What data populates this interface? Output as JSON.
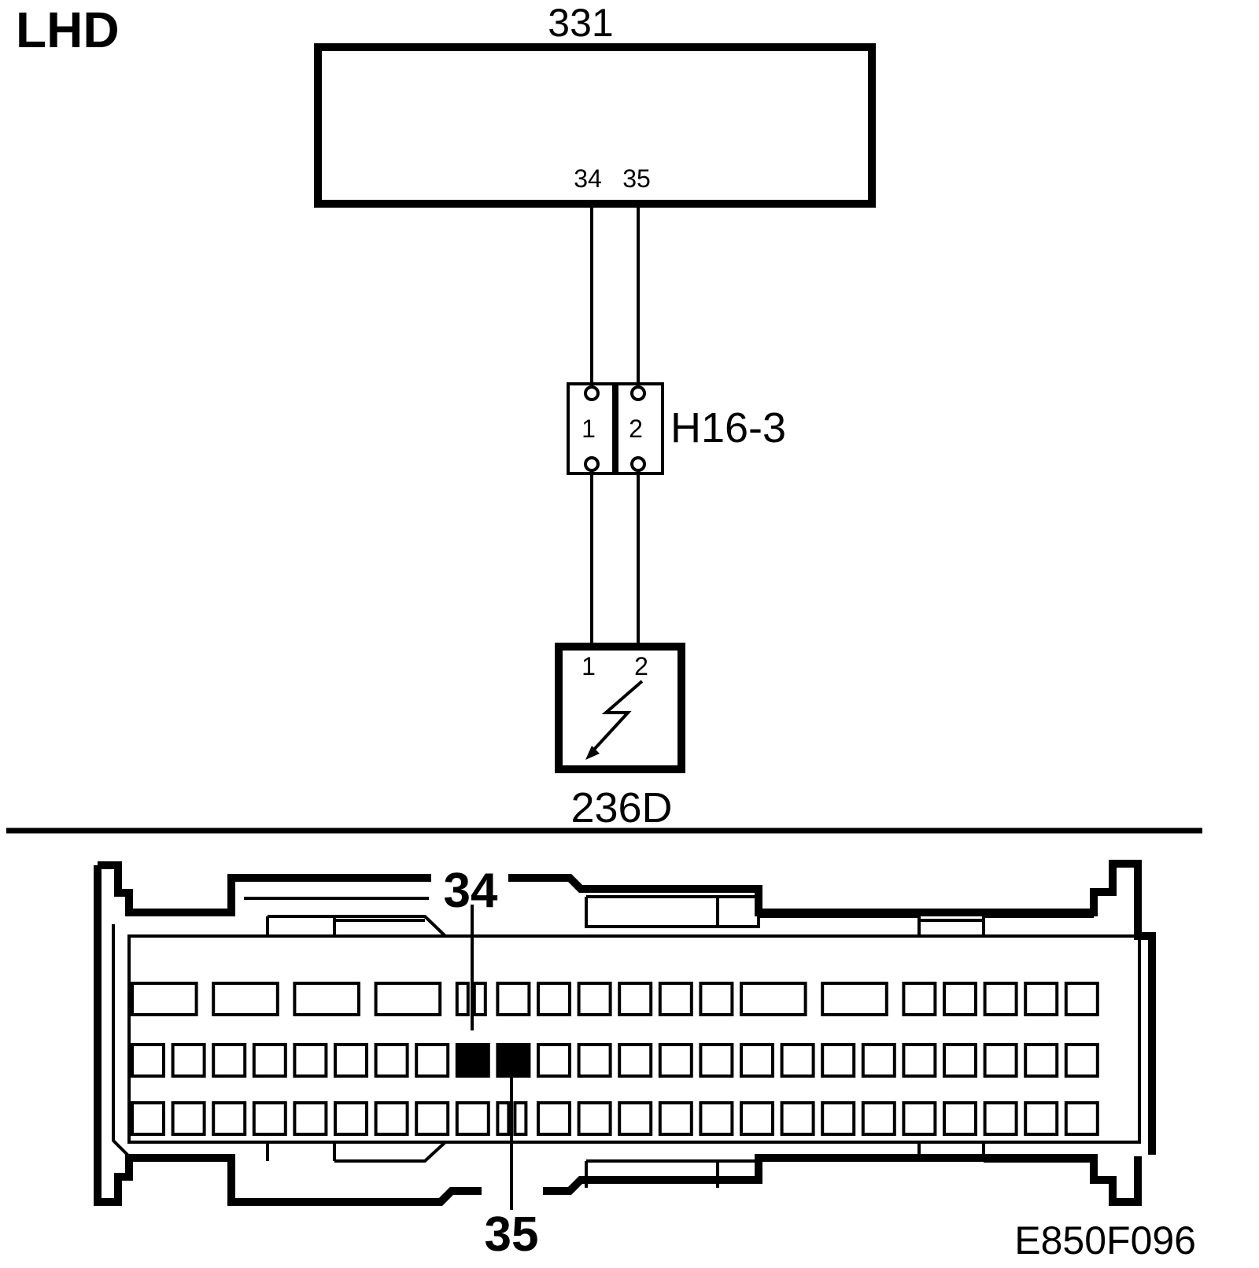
{
  "variant_label": "LHD",
  "module_top": {
    "id": "331",
    "pins": [
      "34",
      "35"
    ]
  },
  "connector": {
    "id": "H16-3",
    "pins": [
      "1",
      "2"
    ]
  },
  "module_bottom": {
    "id": "236D",
    "pins": [
      "1",
      "2"
    ]
  },
  "pinout": {
    "highlight_top": "34",
    "highlight_bottom": "35"
  },
  "figure_code": "E850F096",
  "colors": {
    "line": "#000000",
    "background": "#ffffff"
  }
}
